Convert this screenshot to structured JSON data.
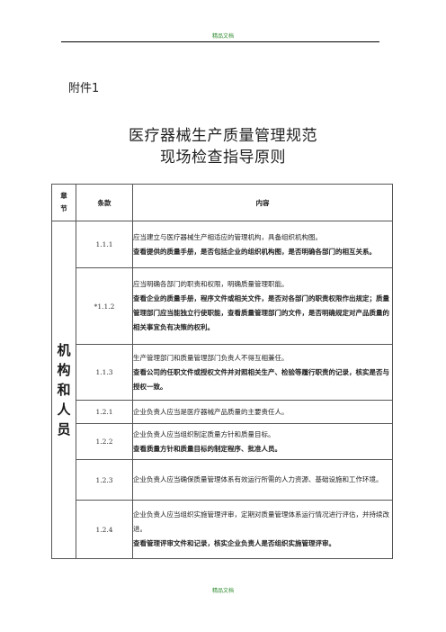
{
  "header": {
    "mark": "精品文档"
  },
  "footer": {
    "mark": "精品文档"
  },
  "attachment_label": "附件1",
  "title_line1": "医疗器械生产质量管理规范",
  "title_line2": "现场检查指导原则",
  "table": {
    "headers": {
      "chapter": "章\n节",
      "clause": "条款",
      "content": "内容"
    },
    "chapter_label": "机\n构\n和\n人\n员",
    "rows": [
      {
        "code": "1.1.1",
        "requirement": "应当建立与医疗器械生产相适应的管理机构，具备组织机构图。",
        "check": "查看提供的质量手册，是否包括企业的组织机构图，是否明确各部门的相互关系。"
      },
      {
        "code": "*1.1.2",
        "requirement": "应当明确各部门的职责和权限，明确质量管理职能。",
        "check": "查看企业的质量手册，程序文件或相关文件，是否对各部门的职责权限作出规定；质量管理部门应当能独立行使职能，查看质量管理部门的文件，是否明确规定对产品质量的相关事宜负有决策的权利。"
      },
      {
        "code": "1.1.3",
        "requirement": "生产管理部门和质量管理部门负责人不得互相兼任。",
        "check": "查看公司的任职文件或授权文件并对照相关生产、检验等履行职责的记录，核实是否与授权一致。"
      },
      {
        "code": "1.2.1",
        "requirement": "企业负责人应当是医疗器械产品质量的主要责任人。",
        "check": ""
      },
      {
        "code": "1.2.2",
        "requirement": "企业负责人应当组织制定质量方针和质量目标。",
        "check": "查看质量方针和质量目标的制定程序、批准人员。"
      },
      {
        "code": "1.2.3",
        "requirement": "企业负责人应当确保质量管理体系有效运行所需的人力资源、基础设施和工作环境。",
        "check": ""
      },
      {
        "code": "1.2.4",
        "requirement": "企业负责人应当组织实施管理评审，定期对质量管理体系运行情况进行评估，并持续改进。",
        "check": "查看管理评审文件和记录，核实企业负责人是否组织实施管理评审。"
      }
    ]
  }
}
